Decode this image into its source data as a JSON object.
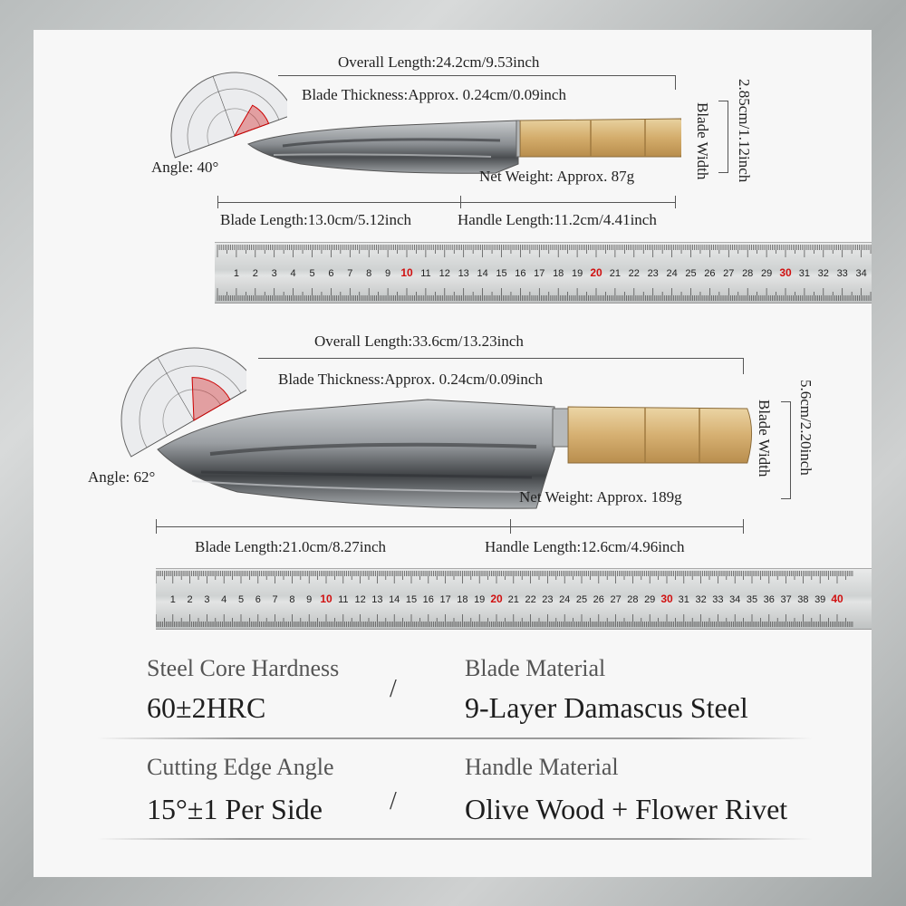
{
  "knife1": {
    "overall_length": "Overall Length:24.2cm/9.53inch",
    "blade_thickness": "Blade Thickness:Approx.  0.24cm/0.09inch",
    "angle": "Angle: 40°",
    "net_weight": "Net Weight: Approx. 87g",
    "blade_length": "Blade Length:13.0cm/5.12inch",
    "handle_length": "Handle Length:11.2cm/4.41inch",
    "blade_width_label": "Blade Width",
    "blade_width_value": "2.85cm/1.12inch",
    "ruler_max": 34
  },
  "knife2": {
    "overall_length": "Overall Length:33.6cm/13.23inch",
    "blade_thickness": "Blade Thickness:Approx.  0.24cm/0.09inch",
    "angle": "Angle: 62°",
    "net_weight": "Net Weight: Approx. 189g",
    "blade_length": "Blade Length:21.0cm/8.27inch",
    "handle_length": "Handle Length:12.6cm/4.96inch",
    "blade_width_label": "Blade Width",
    "blade_width_value": "5.6cm/2.20inch",
    "ruler_max": 40
  },
  "specs": {
    "hardness_label": "Steel Core Hardness",
    "hardness_value": "60±2HRC",
    "blade_material_label": "Blade Material",
    "blade_material_value": "9-Layer Damascus Steel",
    "edge_angle_label": "Cutting Edge Angle",
    "edge_angle_value": "15°±1 Per Side",
    "handle_material_label": "Handle Material",
    "handle_material_value": "Olive Wood + Flower Rivet",
    "separator": "/"
  },
  "colors": {
    "ruler_highlight": "#d01010",
    "olive_wood": "#d9b77a",
    "steel": "#8c8f92"
  }
}
